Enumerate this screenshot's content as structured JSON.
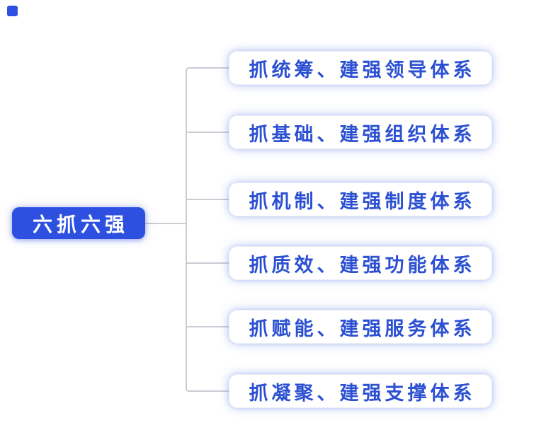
{
  "diagram": {
    "root": {
      "label": "六抓六强"
    },
    "branches": [
      {
        "label": "抓统筹、建强领导体系"
      },
      {
        "label": "抓基础、建强组织体系"
      },
      {
        "label": "抓机制、建强制度体系"
      },
      {
        "label": "抓质效、建强功能体系"
      },
      {
        "label": "抓赋能、建强服务体系"
      },
      {
        "label": "抓凝聚、建强支撑体系"
      }
    ],
    "colors": {
      "background": "#ffffff",
      "root_fill": "#2d50e0",
      "root_text": "#ffffff",
      "branch_fill": "#ffffff",
      "branch_text": "#2c50d2",
      "branch_border": "#eceff7",
      "connector": "#c9cdd3",
      "marker": "#2d50e0"
    }
  }
}
